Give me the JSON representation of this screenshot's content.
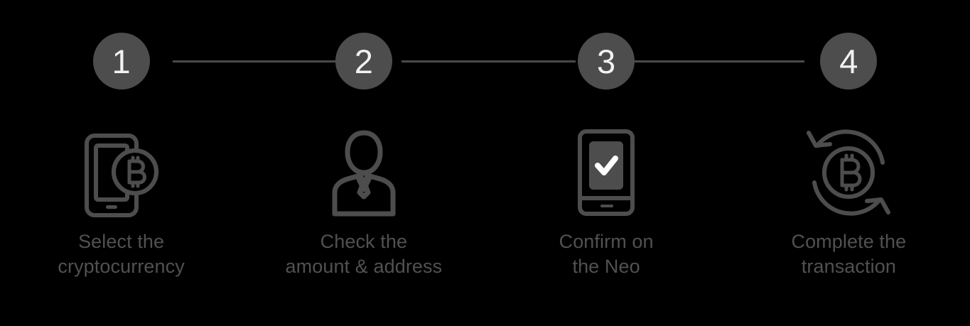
{
  "theme": {
    "background": "#000000",
    "badge_fill": "#4d4d4d",
    "badge_text": "#f2f2f2",
    "connector": "#4a4a4a",
    "icon_stroke": "#4d4d4d",
    "caption_text": "#515151"
  },
  "stepper": {
    "steps": [
      {
        "number": "1",
        "icon": "phone-bitcoin-icon",
        "caption": "Select the\ncryptocurrency"
      },
      {
        "number": "2",
        "icon": "person-suit-icon",
        "caption": "Check the\namount & address"
      },
      {
        "number": "3",
        "icon": "device-checkmark-icon",
        "caption": "Confirm on\nthe Neo"
      },
      {
        "number": "4",
        "icon": "bitcoin-exchange-arrows-icon",
        "caption": "Complete the\ntransaction"
      }
    ]
  }
}
